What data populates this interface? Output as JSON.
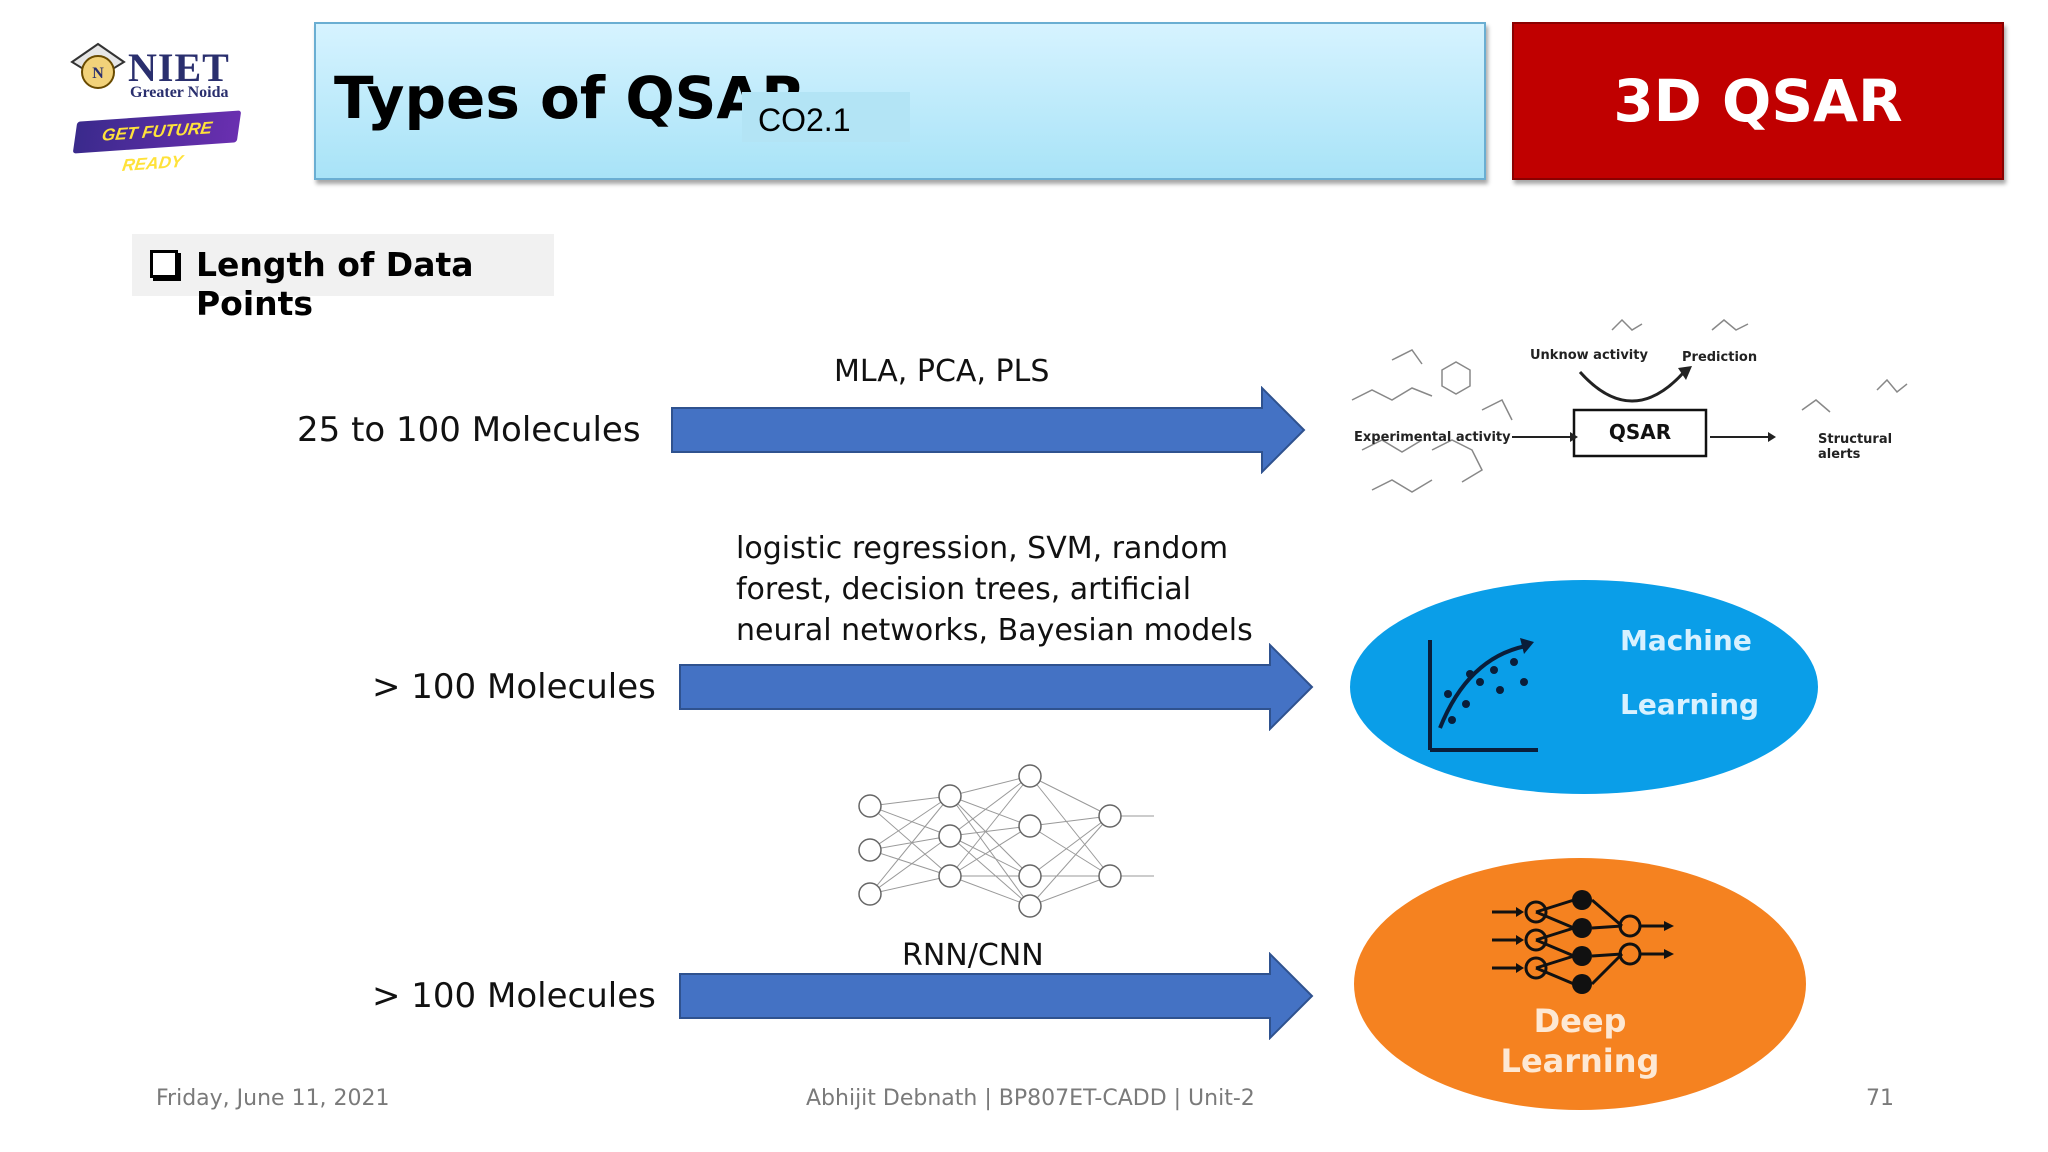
{
  "logo": {
    "name": "NIET",
    "subtitle": "Greater Noida",
    "tagline": "GET FUTURE READY"
  },
  "header": {
    "title": "Types of QSAR",
    "code": "CO2.1",
    "badge": "3D QSAR"
  },
  "section": {
    "heading": "Length of Data Points"
  },
  "rows": [
    {
      "label": "25 to 100 Molecules",
      "methods": "MLA, PCA, PLS"
    },
    {
      "label": "> 100 Molecules",
      "methods_lines": [
        "logistic regression, SVM, random",
        "forest, decision trees, artificial",
        "neural networks, Bayesian models"
      ]
    },
    {
      "label": "> 100 Molecules",
      "methods": "RNN/CNN"
    }
  ],
  "qsar_diagram": {
    "unknown": "Unknow activity",
    "prediction": "Prediction",
    "center": "QSAR",
    "experimental": "Experimental activity",
    "structural": "Structural alerts"
  },
  "ml_badge": {
    "line1": "Machine",
    "line2": "Learning"
  },
  "dl_badge": {
    "line1": "Deep",
    "line2": "Learning"
  },
  "footer": {
    "date": "Friday, June 11, 2021",
    "center": "Abhijit Debnath | BP807ET-CADD | Unit-2",
    "page": "71"
  },
  "colors": {
    "arrow": "#4472c4",
    "title_bg": "#a8e3f7",
    "badge_bg": "#c00000",
    "ml_blue": "#0a9ee8",
    "dl_orange": "#f58220"
  }
}
